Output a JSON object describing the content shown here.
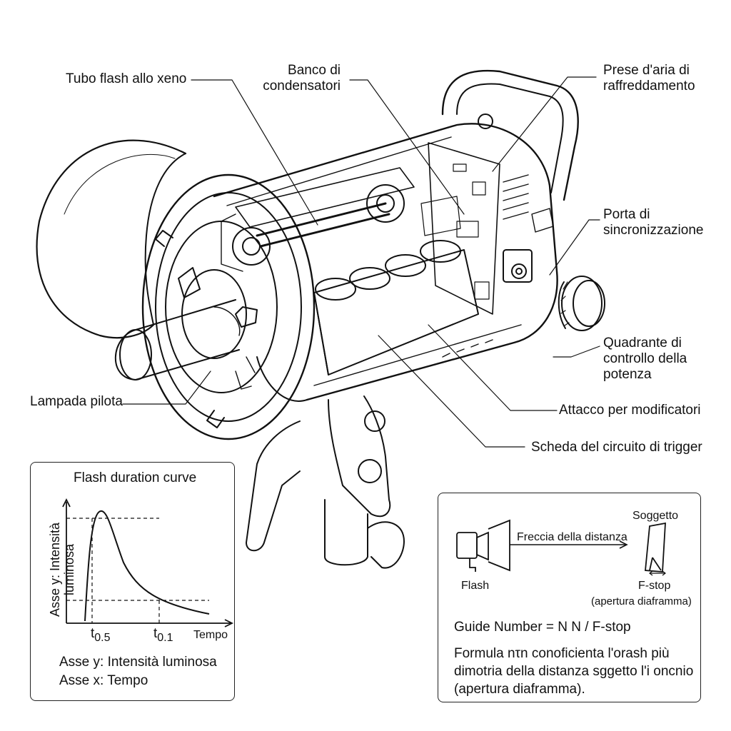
{
  "labels": {
    "xenon_tube": "Tubo flash allo xeno",
    "capacitor_bank": [
      "Banco di",
      "condensatori"
    ],
    "cooling_vents": [
      "Prese d'aria di",
      "raffreddamento"
    ],
    "sync_port": [
      "Porta di",
      "sincronizzazione"
    ],
    "power_dial": [
      "Quadrante di",
      "controllo della",
      "potenza"
    ],
    "modifier_mount": "Attacco per modificatori",
    "trigger_board": "Scheda del circuito di trigger",
    "modeling_lamp": "Lampada pilota"
  },
  "duration_panel": {
    "title": "Flash duration curve",
    "y_axis_label": [
      "Asse y: Intensità",
      "luminosa"
    ],
    "x_axis_label": "Tempo",
    "tick_t05": "t",
    "tick_t05_sub": "0.5",
    "tick_t01": "t",
    "tick_t01_sub": "0.1",
    "legend_y": "Asse y: Intensità luminosa",
    "legend_x": "Asse x: Tempo"
  },
  "guide_panel": {
    "subject_label": "Soggetto",
    "distance_arrow_label": "Freccia della distanza",
    "flash_label": "Flash",
    "fstop_label": "F-stop",
    "aperture_label": "(apertura diaframma)",
    "formula": "Guide Number = N N / F-stop",
    "description": [
      "Formula nτn conoficienta l'orash più",
      "dimotria della distanza sggetto l'i oncnio",
      "(apertura diaframma)."
    ]
  }
}
